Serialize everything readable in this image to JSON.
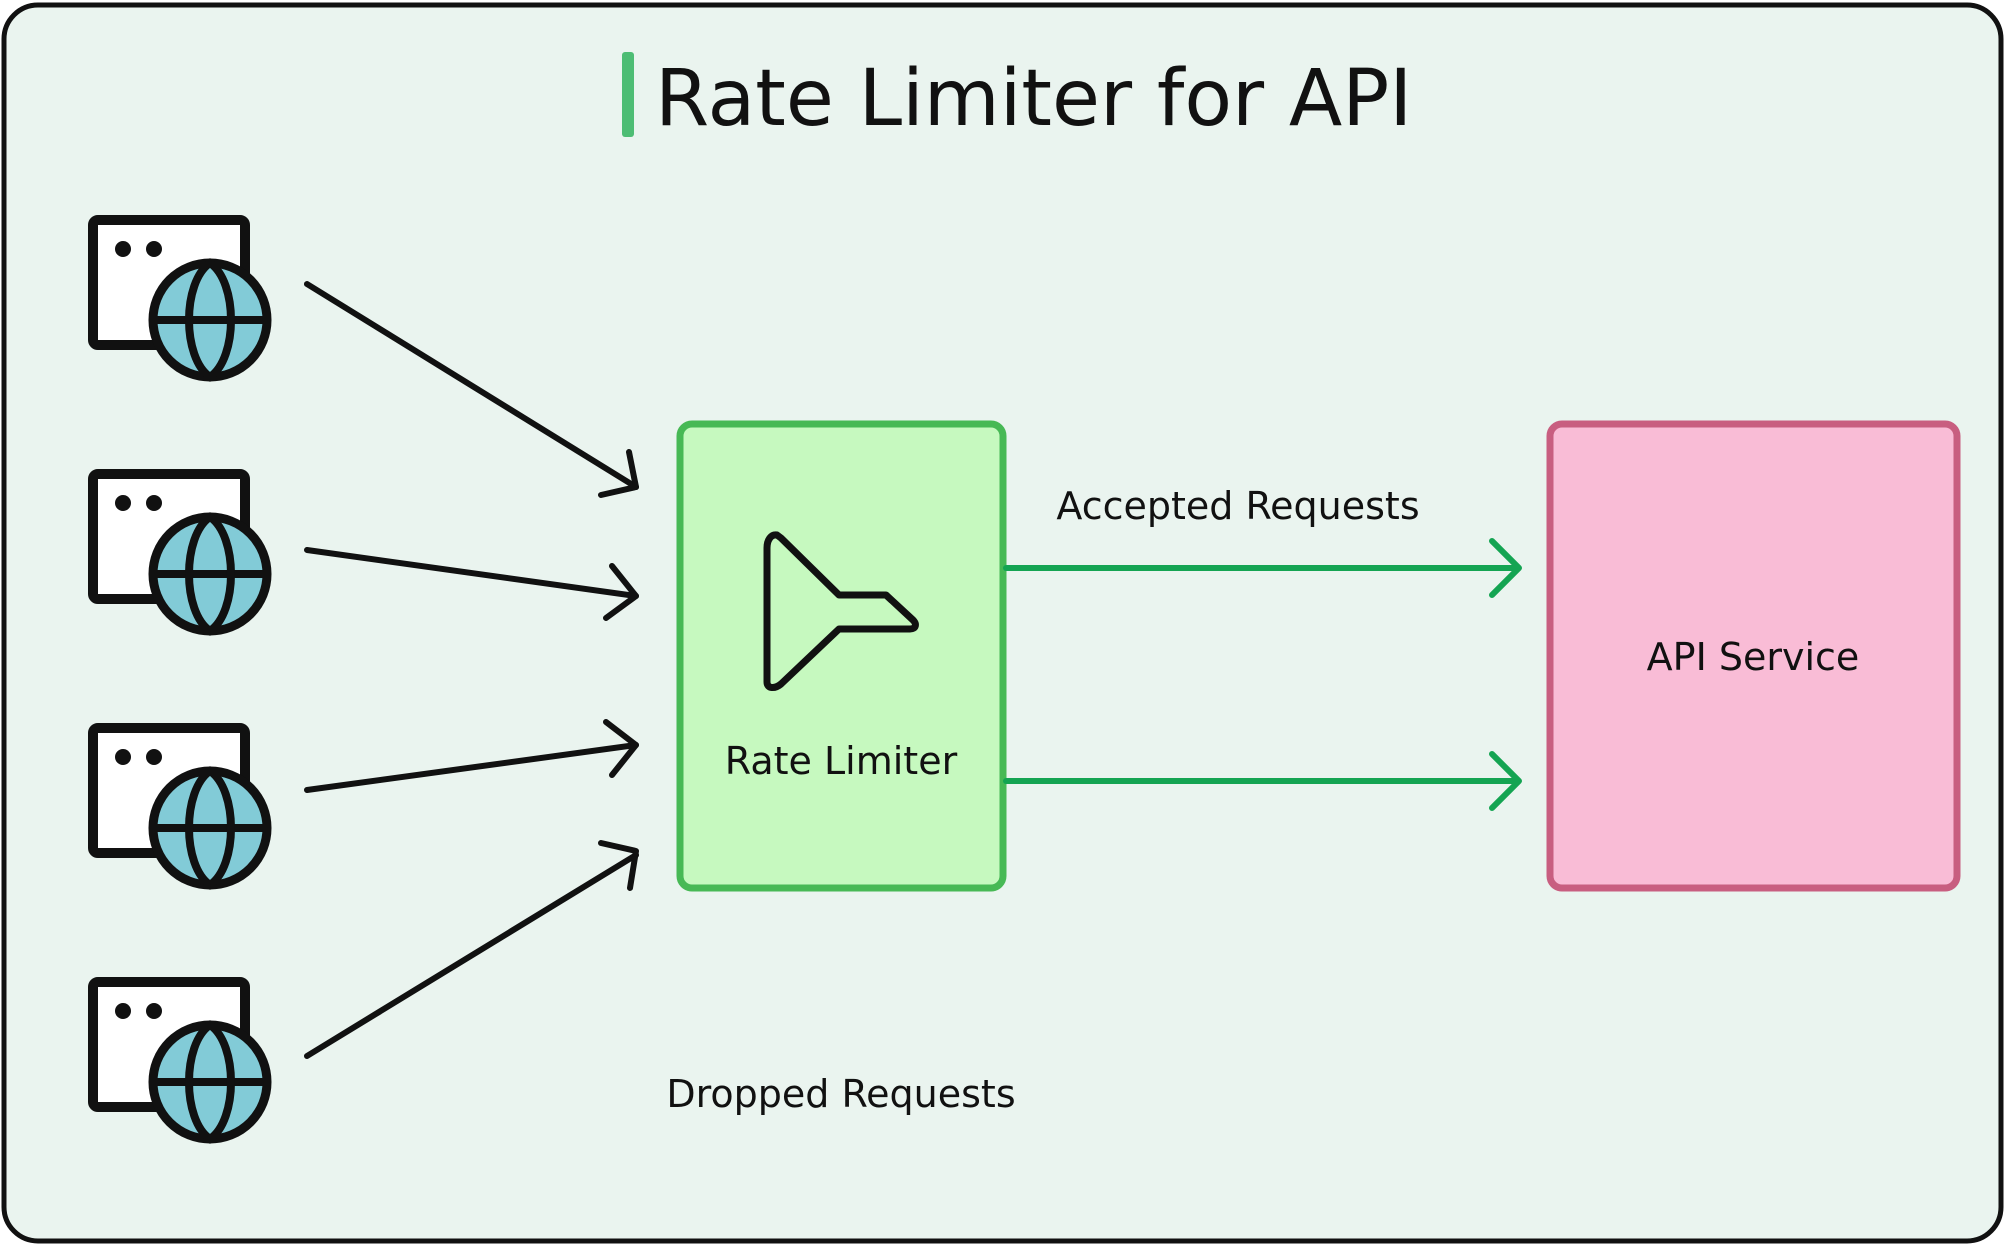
{
  "diagram": {
    "title": "Rate Limiter for API",
    "clients": [
      {
        "icon": "browser-globe-icon"
      },
      {
        "icon": "browser-globe-icon"
      },
      {
        "icon": "browser-globe-icon"
      },
      {
        "icon": "browser-globe-icon"
      }
    ],
    "limiter": {
      "label": "Rate Limiter",
      "icon": "funnel-icon"
    },
    "service": {
      "label": "API Service"
    },
    "edges": {
      "accepted_label": "Accepted Requests",
      "dropped_label": "Dropped Requests"
    }
  },
  "colors": {
    "background": "#eaf4ef",
    "frame": "#111111",
    "title_accent": "#4dbd74",
    "limiter_fill": "#c6f9bf",
    "limiter_stroke": "#47b955",
    "service_fill": "#f9bcd6",
    "service_stroke": "#c85e80",
    "accepted_arrow": "#14a452",
    "globe_fill": "#82cbd7",
    "ink": "#111111"
  }
}
